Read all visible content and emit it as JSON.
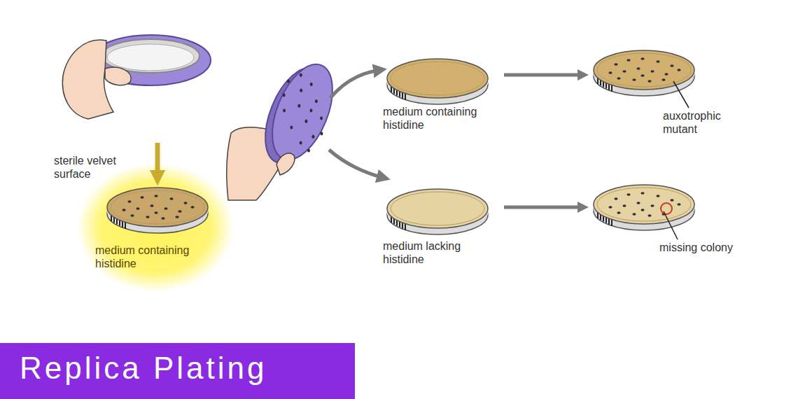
{
  "diagram": {
    "title": "Replica Plating",
    "nodes": [
      {
        "text": [
          "sterile velvet surface"
        ]
      },
      {
        "text": [
          "medium containing histidine"
        ]
      },
      {
        "text": [
          "medium containing histidine"
        ]
      },
      {
        "text": [
          "medium lacking histidine"
        ]
      },
      {
        "text": [
          "auxotrophic mutant"
        ]
      },
      {
        "text": [
          "missing colony"
        ]
      }
    ],
    "edges": [
      {
        "from": 0,
        "to": 1,
        "arrow": "to"
      },
      {
        "from": 2,
        "to": 4,
        "arrow": "to"
      },
      {
        "from": 3,
        "to": 5,
        "arrow": "to"
      }
    ]
  }
}
